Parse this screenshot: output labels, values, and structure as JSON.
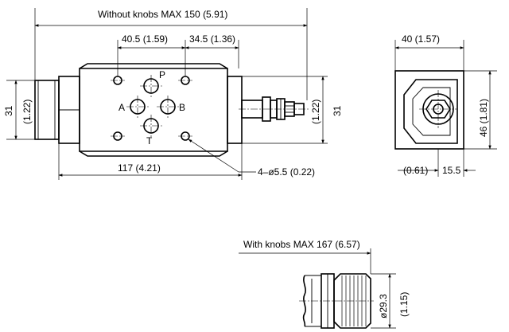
{
  "front_view": {
    "overall_without_knobs": "Without knobs MAX 150 (5.91)",
    "pitch_p_a": "40.5 (1.59)",
    "pitch_p_t": "34.5 (1.36)",
    "length_body": "117 (4.21)",
    "height_left_mm": "31",
    "height_left_in": "(1.22)",
    "height_right_mm": "31",
    "height_right_in": "(1.22)",
    "mounting_holes": "4–ø5.5 (0.22)",
    "port_labels": {
      "p": "P",
      "a": "A",
      "b": "B",
      "t": "T"
    }
  },
  "end_view": {
    "width": "40 (1.57)",
    "height": "46 (1.81)",
    "offset_in": "(0.61)",
    "offset_mm": "15.5"
  },
  "knob_view": {
    "overall_with_knobs": "With knobs MAX 167 (6.57)",
    "diameter_mm": "ø29.3",
    "diameter_in": "(1.15)"
  }
}
